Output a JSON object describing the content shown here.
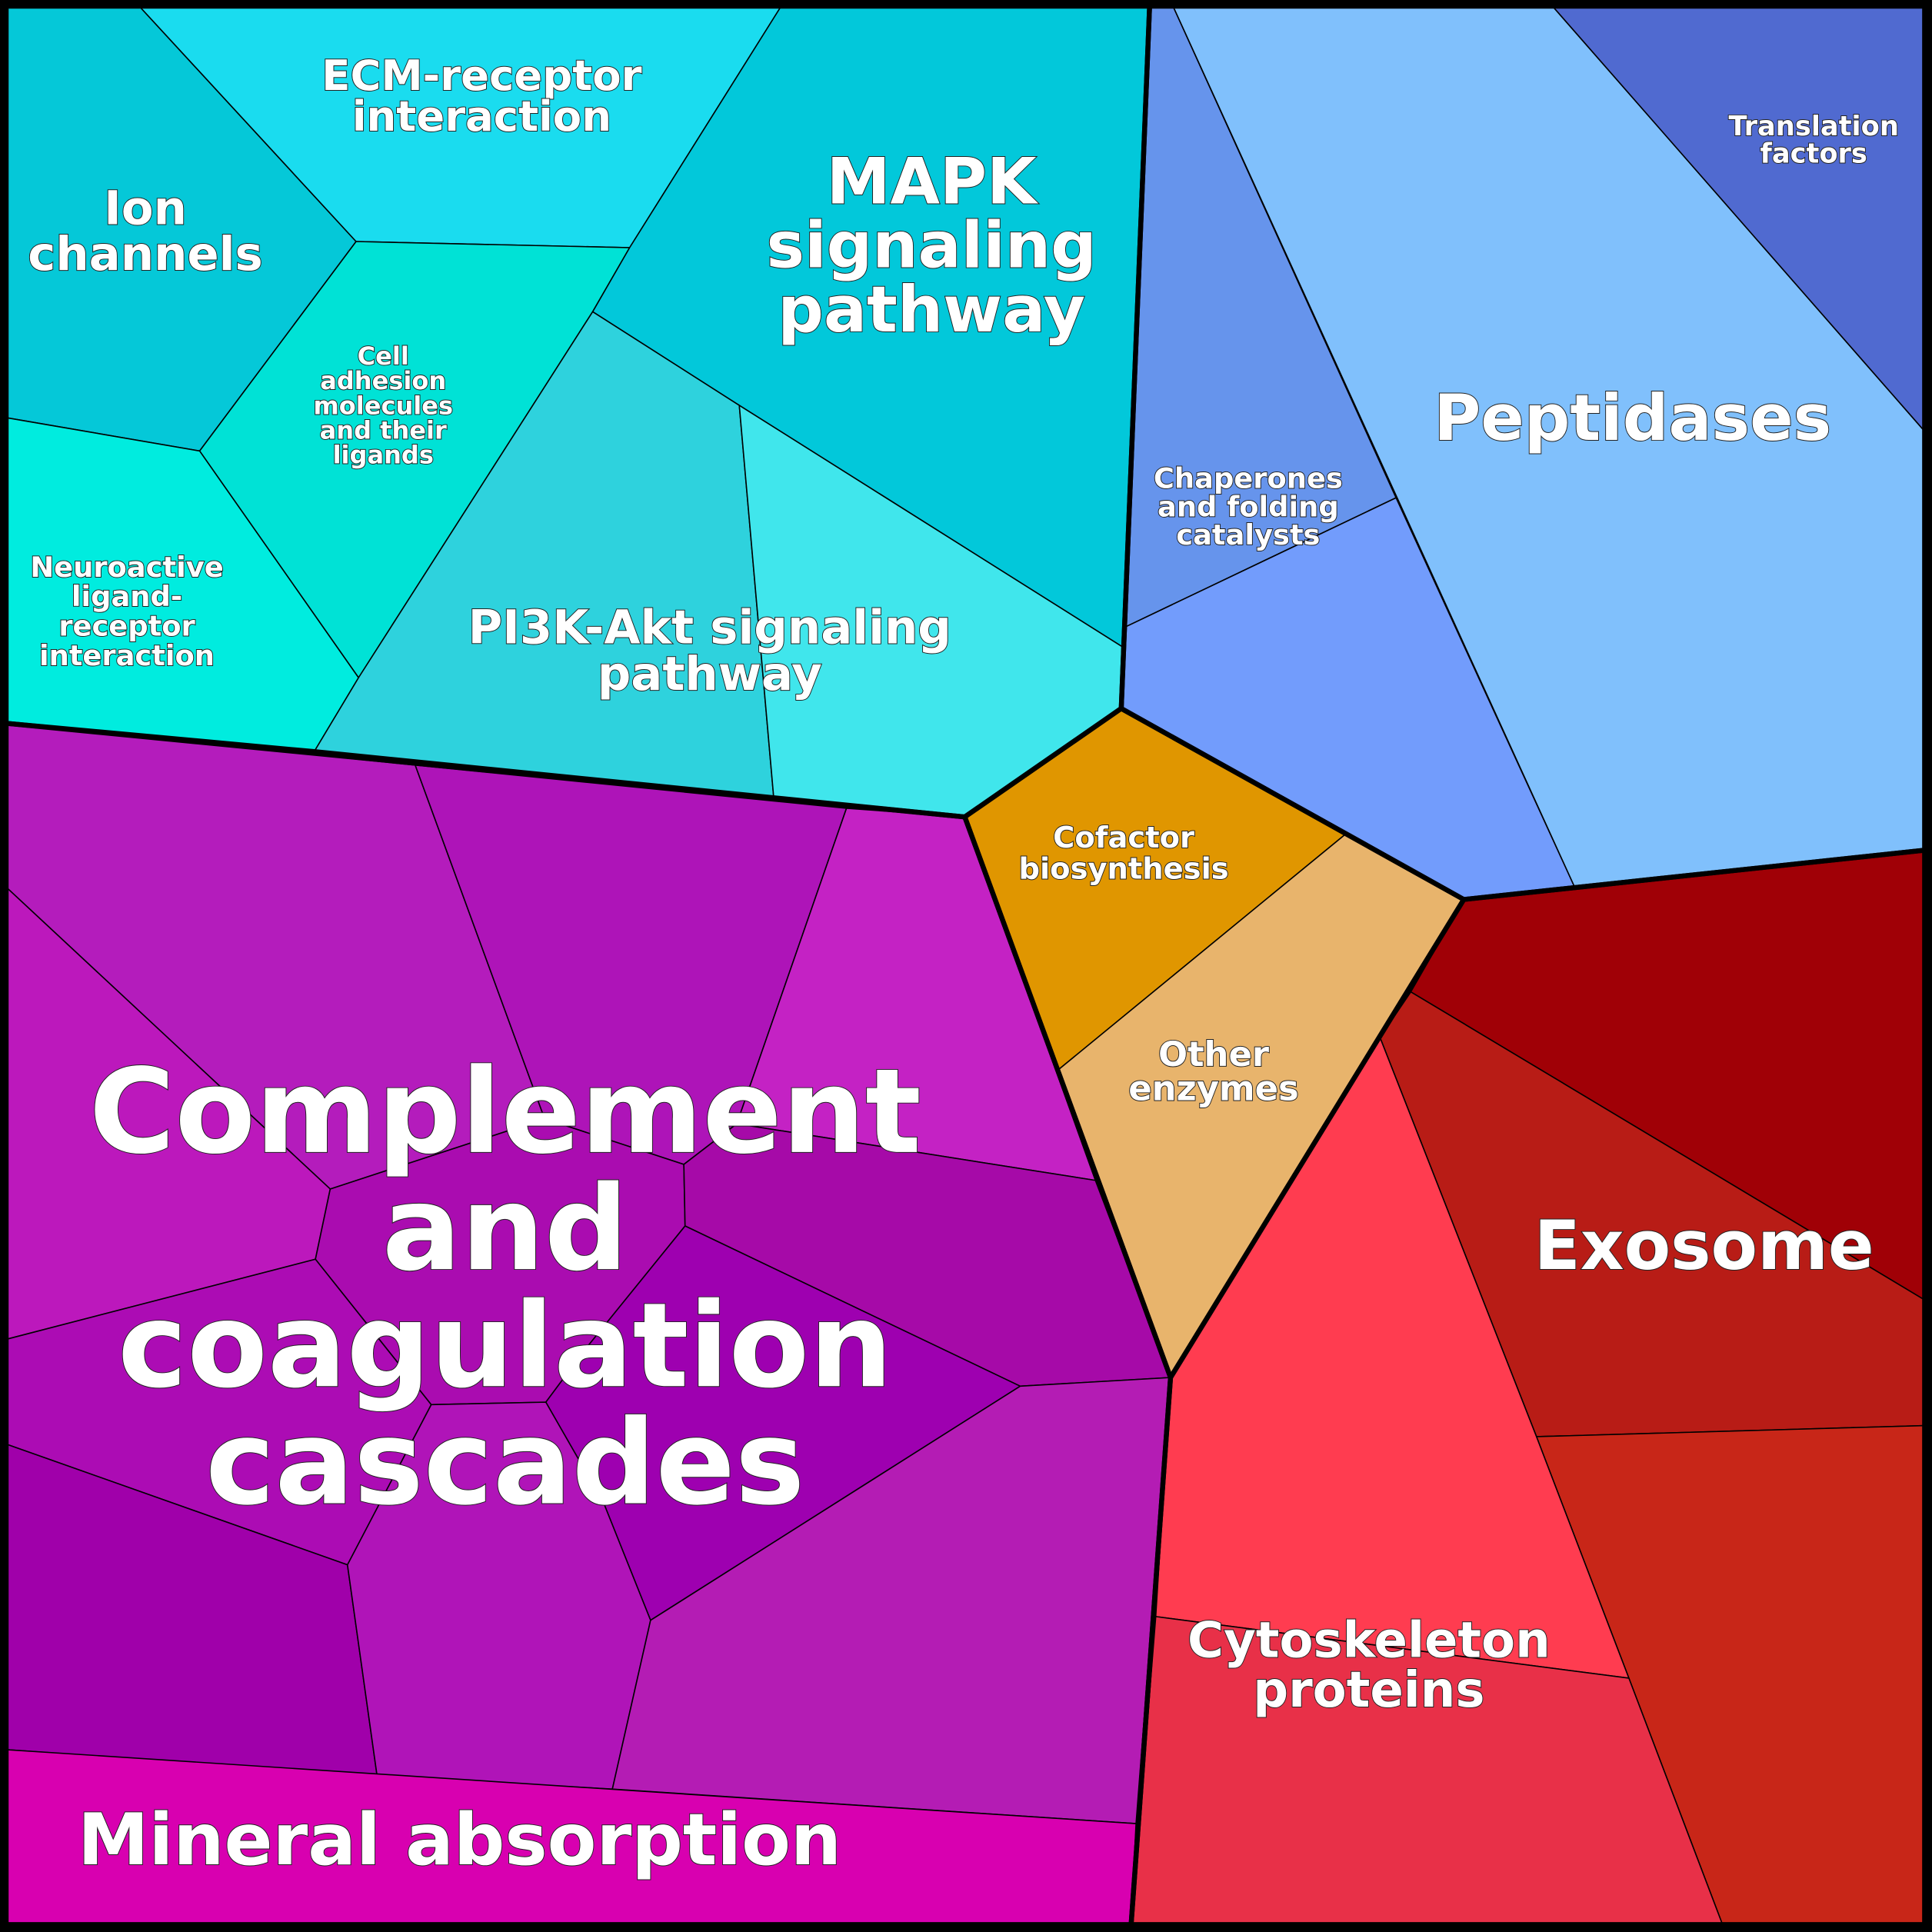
{
  "title": "Voronoi treemap of pathway categories",
  "groups": [
    {
      "id": "teal",
      "cells": [
        {
          "id": "ion",
          "label": [
            "Ion",
            "channels"
          ],
          "color": "#05c8d8"
        },
        {
          "id": "ecm",
          "label": [
            "ECM-receptor",
            "interaction"
          ],
          "color": "#1adcef"
        },
        {
          "id": "adh",
          "label": [
            "Cell",
            "adhesion",
            "molecules",
            "and their",
            "ligands"
          ],
          "color": "#00e2d6"
        },
        {
          "id": "neuro",
          "label": [
            "Neuroactive",
            "ligand-",
            "receptor",
            "interaction"
          ],
          "color": "#00ecdf"
        },
        {
          "id": "mapk",
          "label": [
            "MAPK",
            "signaling",
            "pathway"
          ],
          "color": "#02c8da"
        },
        {
          "id": "pi3k",
          "label": [
            "PI3K-Akt signaling",
            "pathway"
          ],
          "color": "#2ed2dd"
        },
        {
          "id": "pi3k2",
          "label": [],
          "color": "#40e6ec"
        }
      ]
    },
    {
      "id": "blue",
      "cells": [
        {
          "id": "chap",
          "label": [
            "Chaperones",
            "and folding",
            "catalysts"
          ],
          "color": "#6694ec"
        },
        {
          "id": "chap2",
          "label": [],
          "color": "#729cfc"
        },
        {
          "id": "pept",
          "label": [
            "Peptidases"
          ],
          "color": "#80c0fc"
        },
        {
          "id": "trans",
          "label": [
            "Translation",
            "factors"
          ],
          "color": "#506ad0"
        }
      ]
    },
    {
      "id": "orange",
      "cells": [
        {
          "id": "cof",
          "label": [
            "Cofactor",
            "biosynthesis"
          ],
          "color": "#e09600"
        },
        {
          "id": "other",
          "label": [
            "Other",
            "enzymes"
          ],
          "color": "#e8b46c"
        }
      ]
    },
    {
      "id": "red",
      "cells": [
        {
          "id": "exo1",
          "label": [],
          "color": "#a00006"
        },
        {
          "id": "exo2",
          "label": [
            "Exosome"
          ],
          "color": "#b81c16"
        },
        {
          "id": "exo3",
          "label": [],
          "color": "#c82618"
        },
        {
          "id": "cyto1",
          "label": [],
          "color": "#ff3c50"
        },
        {
          "id": "cyto2",
          "label": [
            "Cytoskeleton",
            "proteins"
          ],
          "color": "#e83048"
        }
      ]
    },
    {
      "id": "purple",
      "cells": [
        {
          "id": "cA",
          "label": [],
          "color": "#b41cbc"
        },
        {
          "id": "cB",
          "label": [],
          "color": "#ae14b8"
        },
        {
          "id": "cC",
          "label": [],
          "color": "#c422c4"
        },
        {
          "id": "cD",
          "label": [],
          "color": "#bc18bc"
        },
        {
          "id": "cE",
          "label": [],
          "color": "#aa0cb0"
        },
        {
          "id": "cF",
          "label": [],
          "color": "#a60aa8"
        },
        {
          "id": "cG",
          "label": [],
          "color": "#9e00b0"
        },
        {
          "id": "cH",
          "label": [],
          "color": "#ac0cb4"
        },
        {
          "id": "cI",
          "label": [],
          "color": "#a000aa"
        },
        {
          "id": "cJ",
          "label": [],
          "color": "#b014b8"
        },
        {
          "id": "cK",
          "label": [
            "Complement",
            "and",
            "coagulation",
            "cascades"
          ],
          "color": "#b41cb4"
        },
        {
          "id": "mineral",
          "label": [
            "Mineral absorption"
          ],
          "color": "#d800b0"
        }
      ]
    }
  ]
}
